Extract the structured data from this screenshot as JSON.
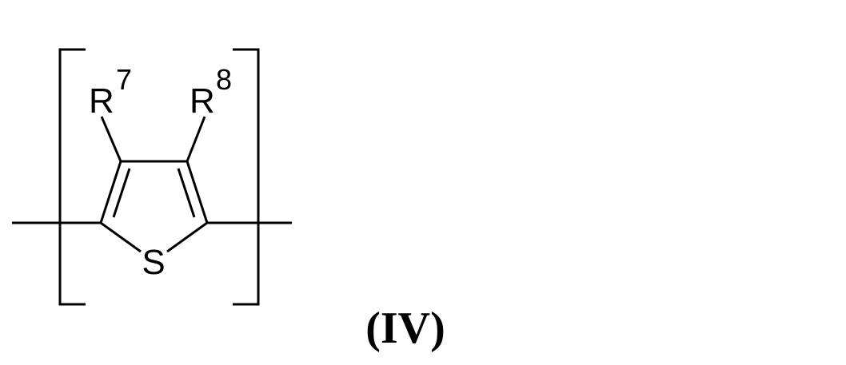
{
  "structure": {
    "substituent_left": {
      "symbol": "R",
      "index": "7"
    },
    "substituent_right": {
      "symbol": "R",
      "index": "8"
    },
    "heteroatom": "S"
  },
  "compound_label": "(IV)"
}
